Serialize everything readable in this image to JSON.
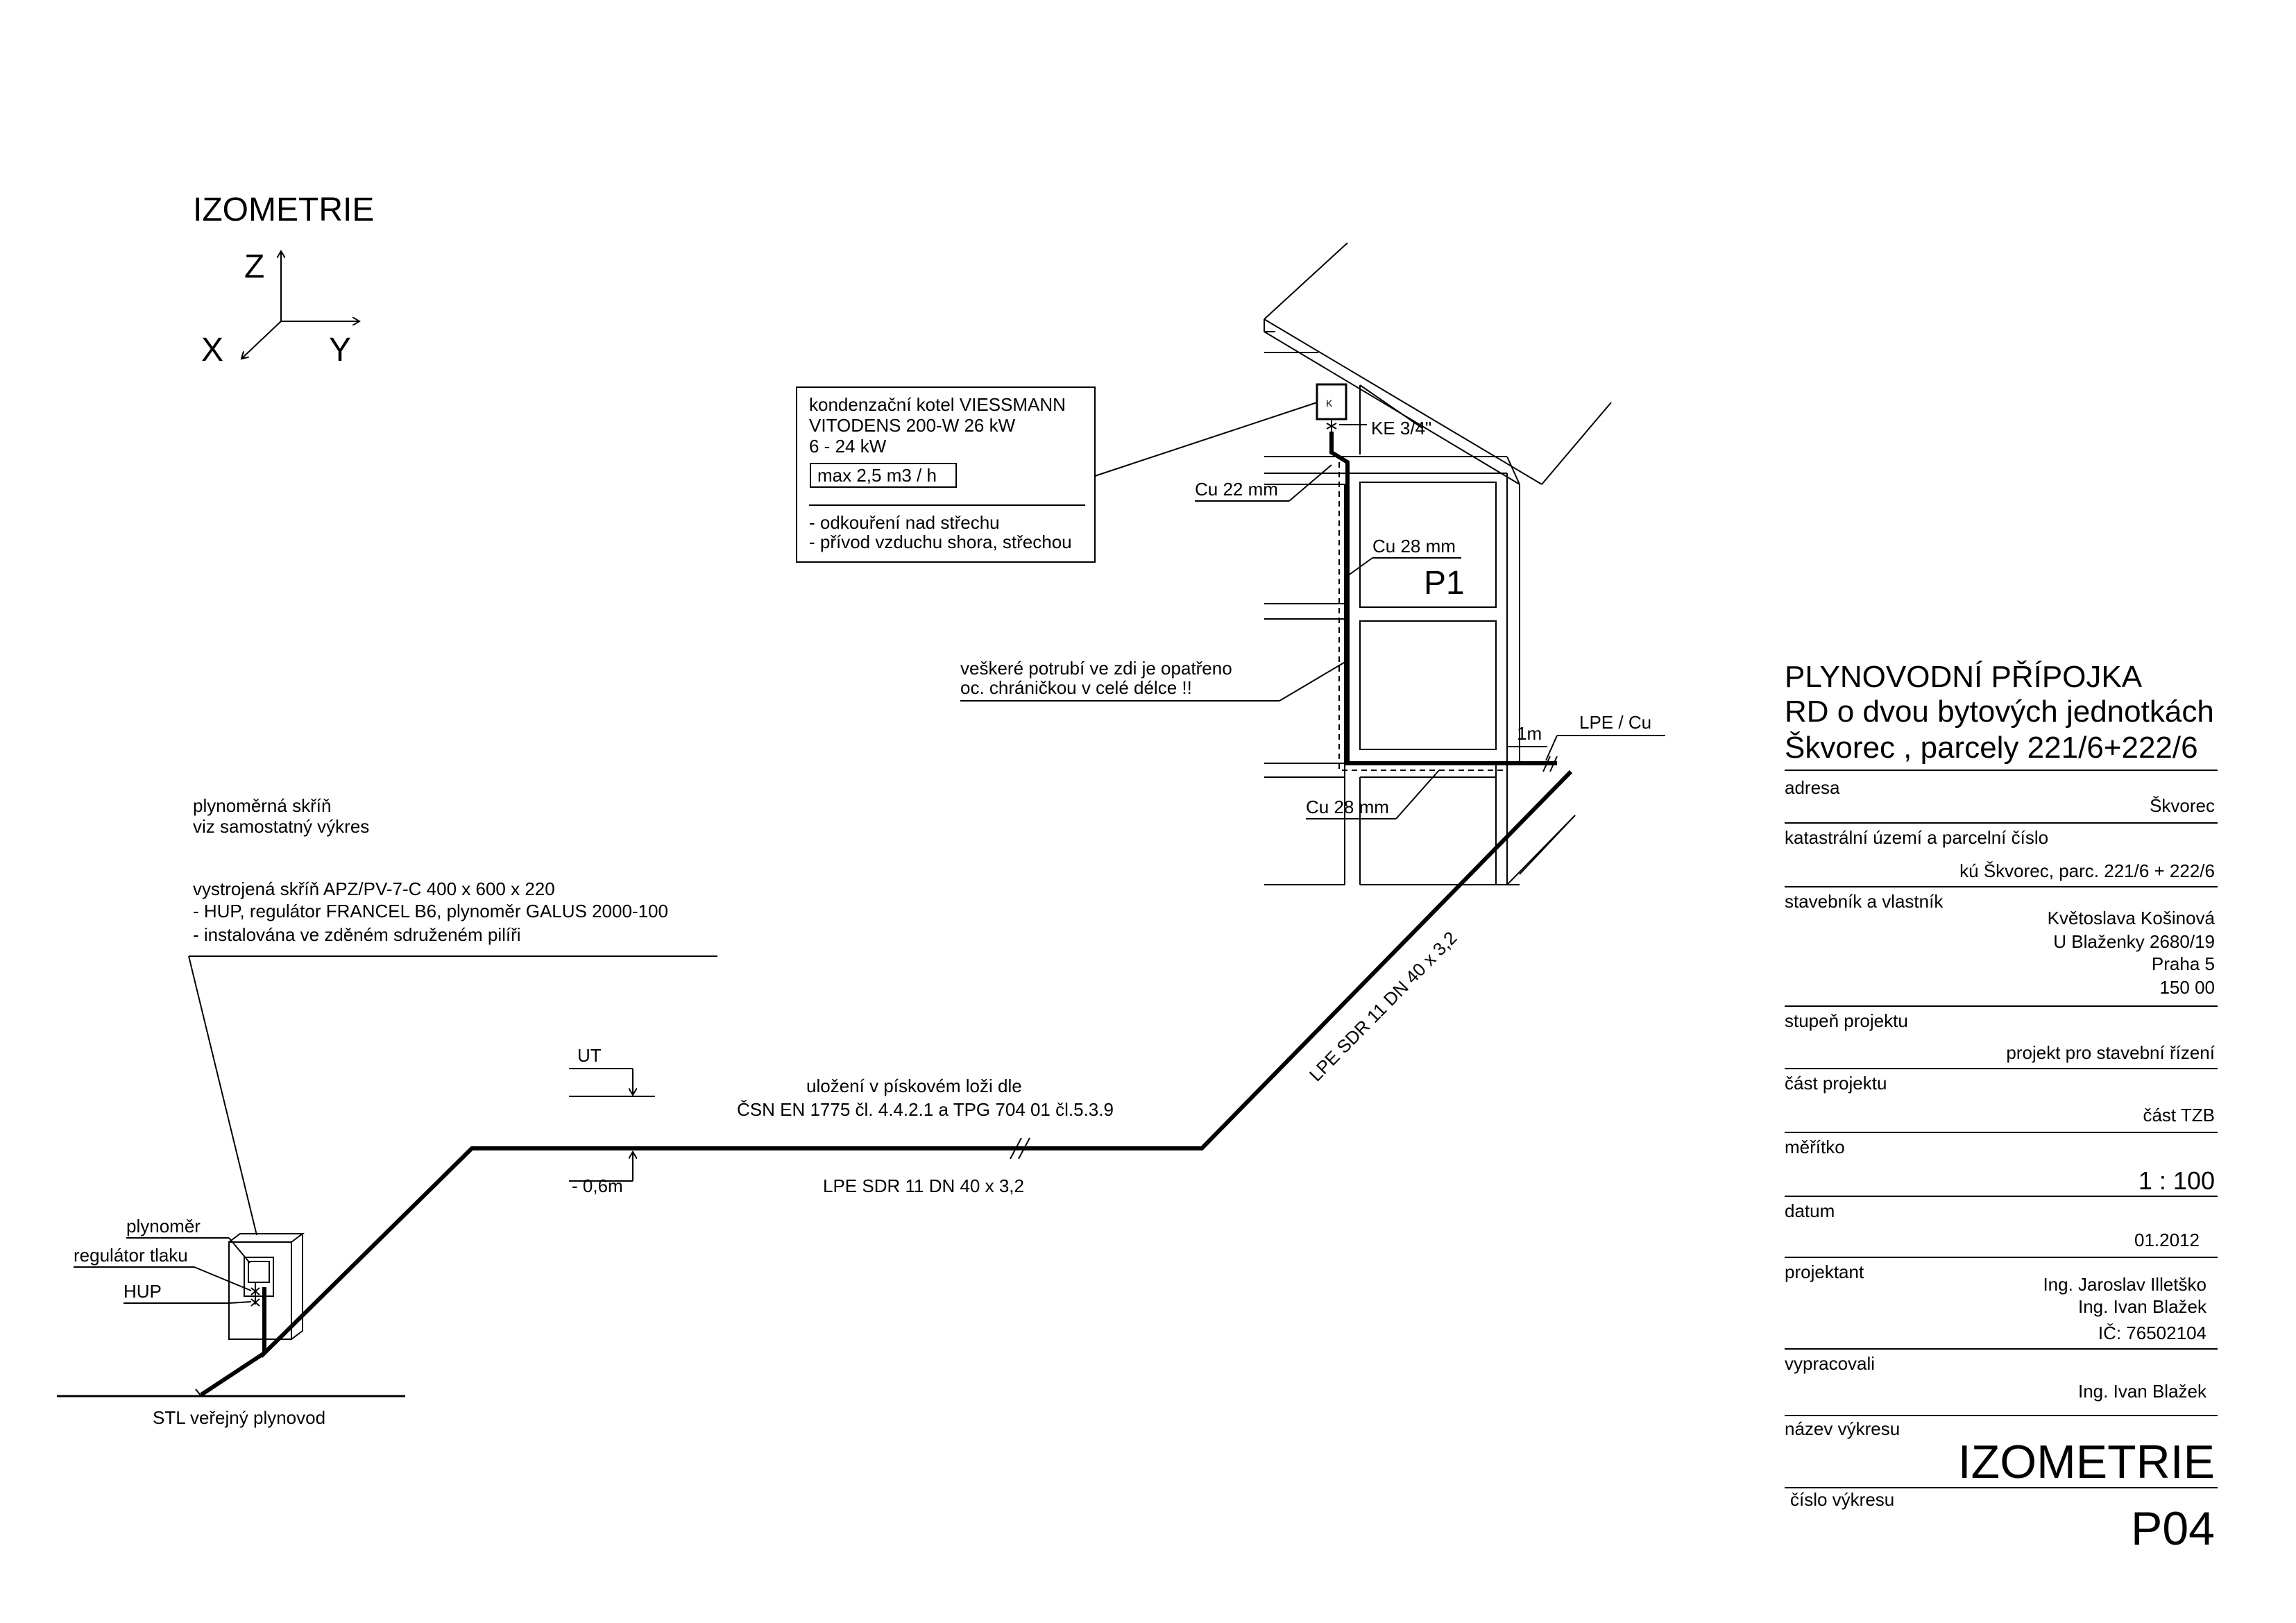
{
  "title": "IZOMETRIE",
  "axes": {
    "z": "Z",
    "x": "X",
    "y": "Y"
  },
  "boiler": {
    "symbol": "K",
    "line1": "kondenzační kotel VIESSMANN",
    "line2": "VITODENS 200-W 26 kW",
    "line3": "6 - 24 kW",
    "flow": "max 2,5 m3 / h",
    "note1": "- odkouření nad střechu",
    "note2": "- přívod vzduchu shora, střechou"
  },
  "labels": {
    "ke": "KE 3/4\"",
    "cu22": "Cu 22 mm",
    "cu28_top": "Cu 28 mm",
    "p1": "P1",
    "wall_note1": "veškeré potrubí ve zdi je opatřeno",
    "wall_note2": "oc. chráničkou v celé délce !!",
    "one_m": "1m",
    "lpe_cu": "LPE / Cu",
    "cu28_bottom": "Cu 28 mm",
    "lpe_diag": "LPE SDR 11 DN 40 x 3,2",
    "ut": "UT",
    "bed1": "uložení v pískovém loži dle",
    "bed2": "ČSN EN 1775 čl. 4.4.2.1 a TPG 704 01 čl.5.3.9",
    "depth": "- 0,6m",
    "lpe_horiz": "LPE SDR 11 DN 40 x 3,2",
    "cab_note1": "plynoměrná skříň",
    "cab_note2": "viz samostatný výkres",
    "cab1": "vystrojená skříň  APZ/PV-7-C  400 x 600 x 220",
    "cab2": "- HUP, regulátor FRANCEL B6, plynoměr GALUS 2000-100",
    "cab3": "- instalována ve zděném sdruženém pilíři",
    "meter": "plynoměr",
    "regulator": "regulátor tlaku",
    "hup": "HUP",
    "public": "STL veřejný plynovod"
  },
  "title_block": {
    "heading1": "PLYNOVODNÍ PŘÍPOJKA",
    "heading2": "RD o dvou bytových jednotkách",
    "heading3": "Škvorec , parcely  221/6+222/6",
    "address_label": "adresa",
    "address": "Škvorec",
    "cadastre_label": "katastrální území a parcelní číslo",
    "cadastre": "kú Škvorec, parc. 221/6 + 222/6",
    "owner_label": "stavebník a vlastník",
    "owner1": "Květoslava Košinová",
    "owner2": "U Blaženky 2680/19",
    "owner3": "Praha 5",
    "owner4": "150 00",
    "stage_label": "stupeň projektu",
    "stage": "projekt pro stavební řízení",
    "part_label": "část projektu",
    "part": "část TZB",
    "scale_label": "měřítko",
    "scale": "1 : 100",
    "date_label": "datum",
    "date": "01.2012",
    "designer_label": "projektant",
    "designer1": "Ing. Jaroslav Illetško",
    "designer2": "Ing. Ivan Blažek",
    "designer3": "IČ: 76502104",
    "prepared_label": "vypracovali",
    "prepared": "Ing. Ivan Blažek",
    "drawing_name_label": "název výkresu",
    "drawing_name": "IZOMETRIE",
    "drawing_no_label": "číslo výkresu",
    "drawing_no": "P04"
  }
}
